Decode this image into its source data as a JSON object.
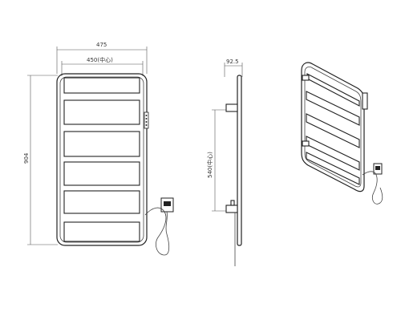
{
  "dimensions": {
    "overall_width": "475",
    "center_width": "450(中心)",
    "height": "904",
    "depth": "92.5",
    "center_height": "540(中心)"
  },
  "icons": {
    "controller": "controller-icon",
    "cable": "power-cable-icon"
  }
}
